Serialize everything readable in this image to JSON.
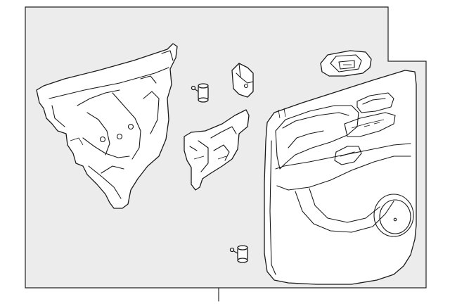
{
  "diagram": {
    "background": "#ffffff",
    "frame_fill": "#ececec",
    "stroke_color": "#1a1a1a",
    "parts": [
      "water-deflector",
      "push-pin-clip",
      "trim-bracket",
      "mounting-plate",
      "switch-bezel",
      "door-trim-panel",
      "push-pin-clip"
    ]
  }
}
